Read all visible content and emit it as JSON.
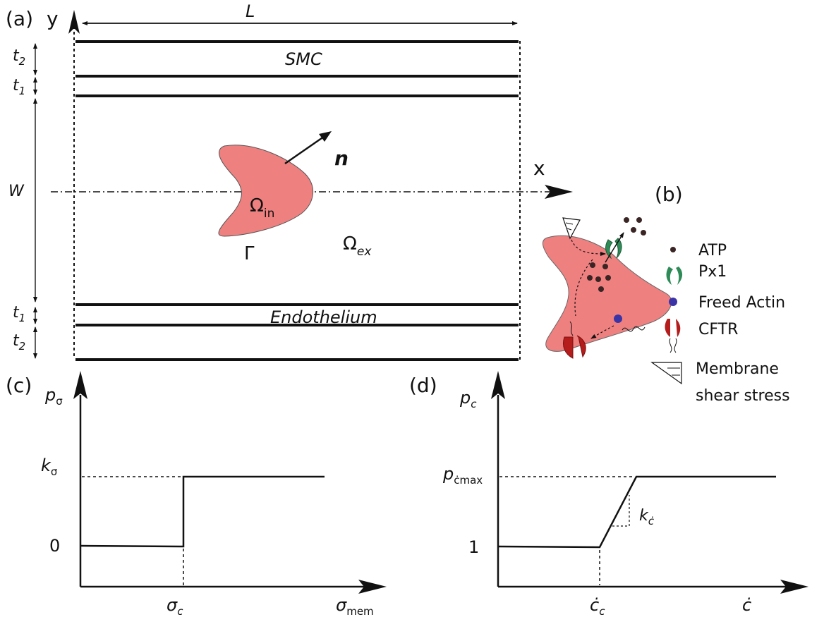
{
  "panel_a": {
    "label": "(a)",
    "y_axis": "y",
    "x_axis": "x",
    "length_label": "L",
    "width_label": "W",
    "t2_label": "t",
    "t2_sub": "2",
    "t1_label": "t",
    "t1_sub": "1",
    "smc_label": "SMC",
    "endothelium_label": "Endothelium",
    "normal_label": "n",
    "omega_in": "Ω",
    "omega_in_sub": "in",
    "omega_ex": "Ω",
    "omega_ex_sub": "ex",
    "boundary_label": "Γ"
  },
  "panel_b": {
    "label": "(b)",
    "legend": {
      "atp": "ATP",
      "px1": "Px1",
      "actin": "Freed Actin",
      "cftr": "CFTR",
      "shear_line1": "Membrane",
      "shear_line2": "shear stress"
    }
  },
  "panel_c": {
    "label": "(c)",
    "y_label": "p",
    "y_sub": "σ",
    "k_label": "k",
    "k_sub": "σ",
    "zero_label": "0",
    "x_label": "σ",
    "x_sub": "mem",
    "threshold_label": "σ",
    "threshold_sub": "c"
  },
  "panel_d": {
    "label": "(d)",
    "y_label": "p",
    "y_sub": "c",
    "max_label": "p",
    "max_sub": "ċmax",
    "one_label": "1",
    "slope_label": "k",
    "slope_sub": "ċ",
    "x_label": "ċ",
    "threshold_label": "ċ",
    "threshold_sub": "c"
  },
  "colors": {
    "cell": "#ef8080",
    "atp": "#3a2424",
    "px1": "#2e8b57",
    "actin": "#3b34a6",
    "cftr": "#b51d1d"
  }
}
